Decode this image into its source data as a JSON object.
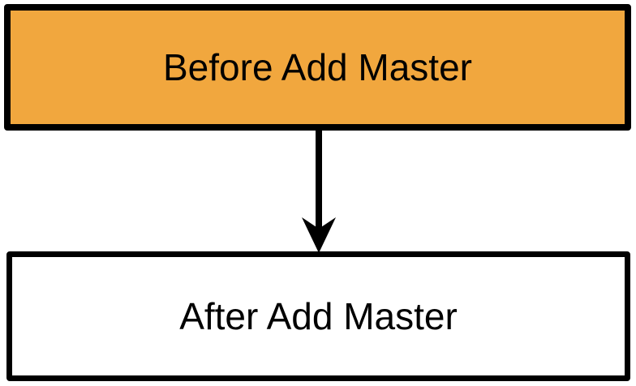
{
  "diagram": {
    "type": "flowchart",
    "background": "#FFFFFF",
    "nodes": [
      {
        "id": "before-add-master",
        "label": "Before Add Master",
        "fill": "#F1A73E",
        "border_color": "#000000",
        "text_color": "#000000",
        "shape": "rectangle"
      },
      {
        "id": "after-add-master",
        "label": "After Add Master",
        "fill": "#FFFFFF",
        "border_color": "#000000",
        "text_color": "#000000",
        "shape": "rectangle"
      }
    ],
    "edges": [
      {
        "from": "before-add-master",
        "to": "after-add-master",
        "direction": "down",
        "style": "solid",
        "arrowhead": "filled-barbed",
        "color": "#000000"
      }
    ]
  }
}
